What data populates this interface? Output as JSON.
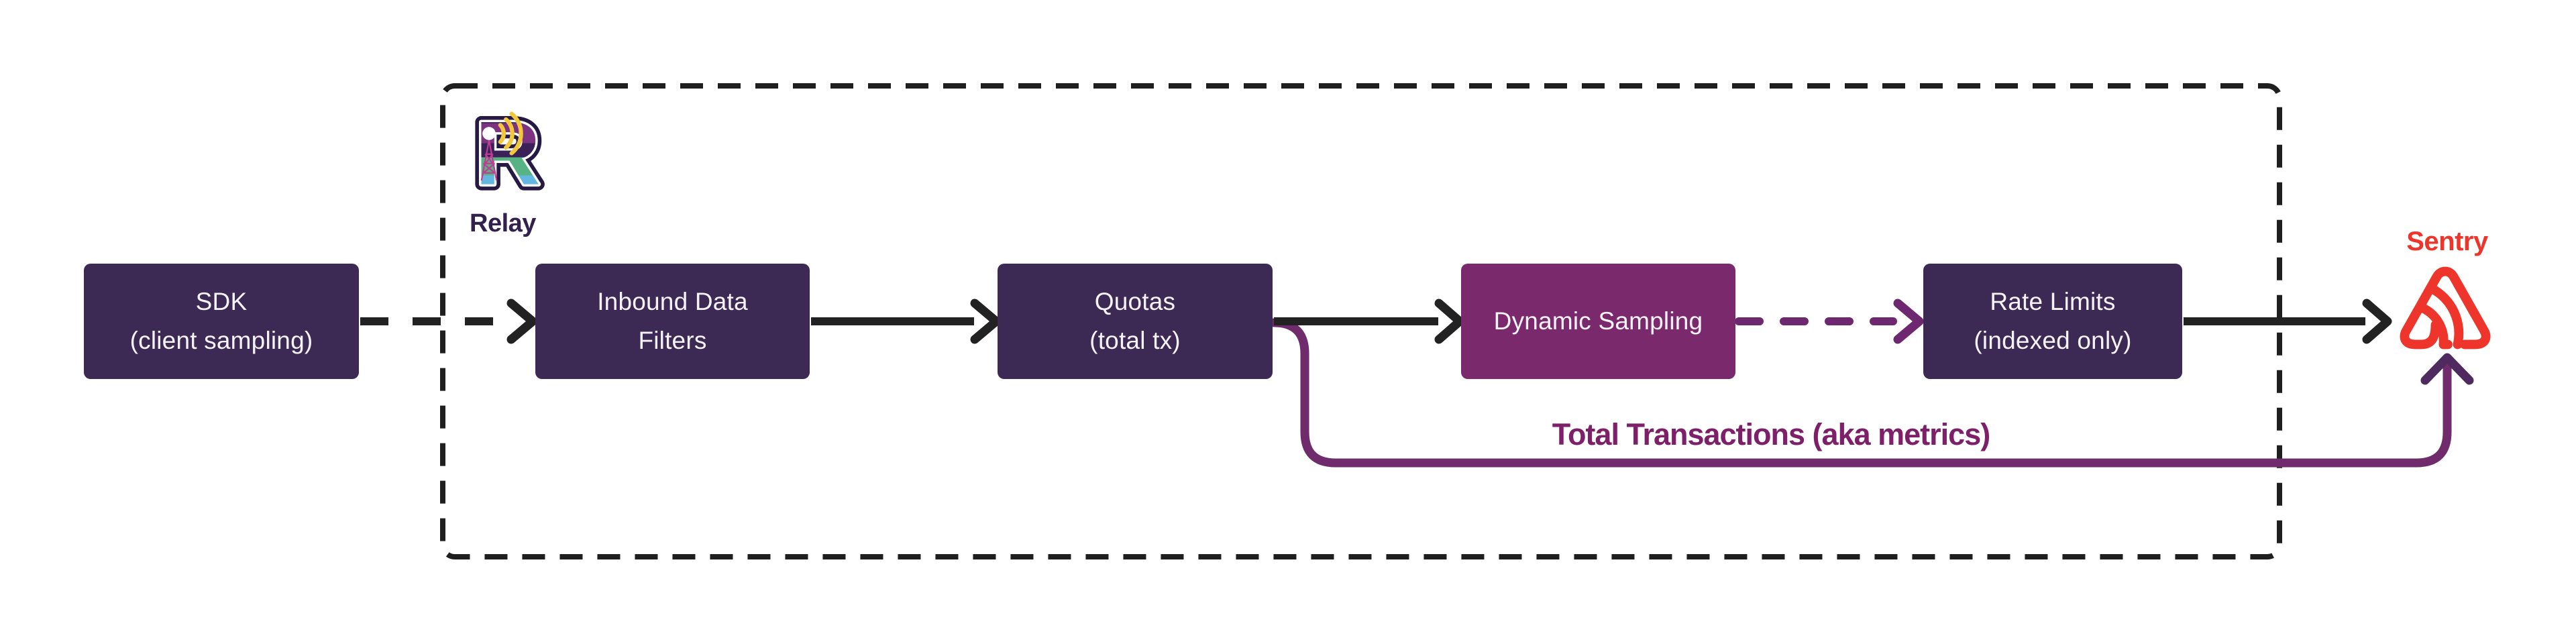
{
  "diagram": {
    "background": "#ffffff",
    "relay_container": {
      "label": "Relay",
      "logo_letter": "R",
      "border_style": "dashed"
    },
    "nodes": [
      {
        "id": "sdk",
        "line1": "SDK",
        "line2": "(client sampling)",
        "fill": "#3D2A54"
      },
      {
        "id": "inbound-filters",
        "line1": "Inbound Data",
        "line2": "Filters",
        "fill": "#3D2A54"
      },
      {
        "id": "quotas",
        "line1": "Quotas",
        "line2": "(total tx)",
        "fill": "#3D2A54"
      },
      {
        "id": "dynamic-sampling",
        "line1": "Dynamic Sampling",
        "line2": "",
        "fill": "#7A2A6C"
      },
      {
        "id": "rate-limits",
        "line1": "Rate Limits",
        "line2": "(indexed only)",
        "fill": "#3D2A54"
      }
    ],
    "edges": [
      {
        "from": "sdk",
        "to": "inbound-filters",
        "style": "dashed",
        "color": "#222222"
      },
      {
        "from": "inbound-filters",
        "to": "quotas",
        "style": "solid",
        "color": "#222222"
      },
      {
        "from": "quotas",
        "to": "dynamic-sampling",
        "style": "solid",
        "color": "#222222"
      },
      {
        "from": "dynamic-sampling",
        "to": "rate-limits",
        "style": "dashed",
        "color": "#6E2870"
      },
      {
        "from": "rate-limits",
        "to": "sentry",
        "style": "solid",
        "color": "#222222"
      },
      {
        "from": "quotas",
        "to": "sentry",
        "style": "solid",
        "color": "#6F2B6B",
        "label": "Total Transactions (aka metrics)"
      }
    ],
    "metrics_flow_label": "Total Transactions (aka metrics)",
    "sentry": {
      "label": "Sentry",
      "brand_color": "#EE352B"
    },
    "colors": {
      "node_dark": "#3D2A54",
      "node_magenta": "#7A2A6C",
      "arrow_black": "#222222",
      "arrow_purple_dashed": "#6E2870",
      "metrics_line": "#6F2B6B",
      "metrics_arrowhead": "#4E2A5E",
      "metrics_text": "#7D2069",
      "relay_text": "#32204E",
      "sentry_red": "#EE352B"
    }
  }
}
